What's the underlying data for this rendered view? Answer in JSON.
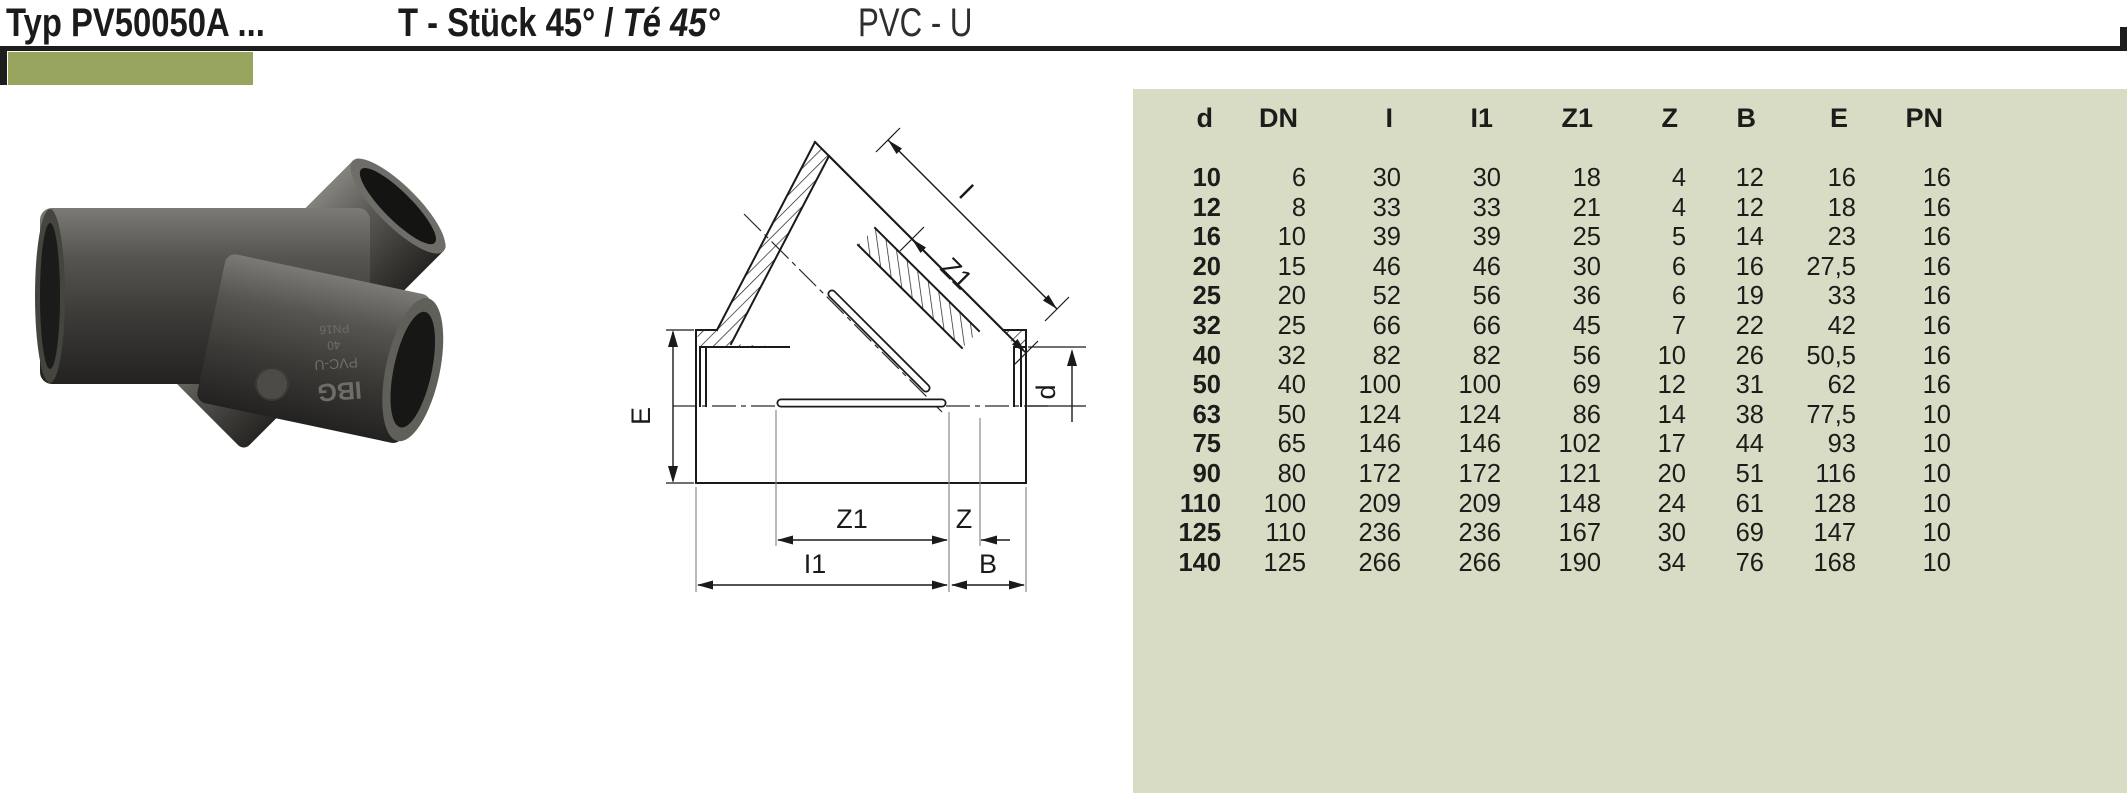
{
  "header": {
    "type_label": "Typ PV50050A ...",
    "title_main": "T - Stück 45° / ",
    "title_italic": "Té 45°",
    "material": "PVC - U"
  },
  "photo": {
    "markings": [
      "IBG",
      "PVC-U",
      "40",
      "PN16"
    ]
  },
  "drawing": {
    "labels": {
      "i": "I",
      "z1_diagonal": "Z1",
      "e": "E",
      "d": "d",
      "z1_bottom": "Z1",
      "z": "Z",
      "i1": "I1",
      "b": "B"
    }
  },
  "table": {
    "columns": [
      "d",
      "DN",
      "I",
      "I1",
      "Z1",
      "Z",
      "B",
      "E",
      "PN"
    ],
    "rows": [
      [
        "10",
        "6",
        "30",
        "30",
        "18",
        "4",
        "12",
        "16",
        "16"
      ],
      [
        "12",
        "8",
        "33",
        "33",
        "21",
        "4",
        "12",
        "18",
        "16"
      ],
      [
        "16",
        "10",
        "39",
        "39",
        "25",
        "5",
        "14",
        "23",
        "16"
      ],
      [
        "20",
        "15",
        "46",
        "46",
        "30",
        "6",
        "16",
        "27,5",
        "16"
      ],
      [
        "25",
        "20",
        "52",
        "56",
        "36",
        "6",
        "19",
        "33",
        "16"
      ],
      [
        "32",
        "25",
        "66",
        "66",
        "45",
        "7",
        "22",
        "42",
        "16"
      ],
      [
        "40",
        "32",
        "82",
        "82",
        "56",
        "10",
        "26",
        "50,5",
        "16"
      ],
      [
        "50",
        "40",
        "100",
        "100",
        "69",
        "12",
        "31",
        "62",
        "16"
      ],
      [
        "63",
        "50",
        "124",
        "124",
        "86",
        "14",
        "38",
        "77,5",
        "10"
      ],
      [
        "75",
        "65",
        "146",
        "146",
        "102",
        "17",
        "44",
        "93",
        "10"
      ],
      [
        "90",
        "80",
        "172",
        "172",
        "121",
        "20",
        "51",
        "116",
        "10"
      ],
      [
        "110",
        "100",
        "209",
        "209",
        "148",
        "24",
        "61",
        "128",
        "10"
      ],
      [
        "125",
        "110",
        "236",
        "236",
        "167",
        "30",
        "69",
        "147",
        "10"
      ],
      [
        "140",
        "125",
        "266",
        "266",
        "190",
        "34",
        "76",
        "168",
        "10"
      ]
    ]
  },
  "colors": {
    "accent_green": "#98a55e",
    "table_background": "#d8dcc5",
    "line_black": "#1d1d1b"
  }
}
